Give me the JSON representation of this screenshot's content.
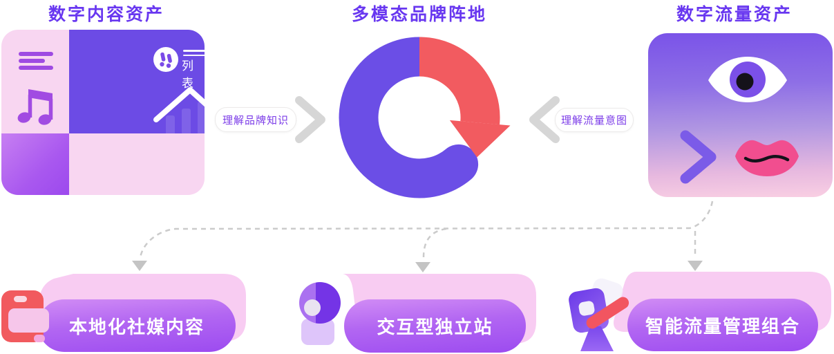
{
  "titles": {
    "left": "数字内容资产",
    "center": "多模态品牌阵地",
    "right": "数字流量资产"
  },
  "left_card": {
    "badge_label": "列表"
  },
  "connector_labels": {
    "left": "理解品牌知识",
    "right": "理解流量意图"
  },
  "outputs": [
    {
      "label": "本地化社媒内容",
      "icon": "social-content-icon"
    },
    {
      "label": "交互型独立站",
      "icon": "interactive-site-icon"
    },
    {
      "label": "智能流量管理组合",
      "icon": "traffic-megaphone-icon"
    }
  ],
  "icons": {
    "list-lines-icon": "≡",
    "music-note-icon": "♫",
    "music-badge-icon": "♪",
    "trend-arrow-icon": "↗",
    "play-icon": "▶",
    "waveform-icon": "ılıılı",
    "record-icon": "◎",
    "cycle-arrow-icon": "↻",
    "eye-icon": "◉",
    "chevron-right-icon": "❯",
    "chevron-left-icon": "❮",
    "lips-icon": "👄",
    "social-content-icon": "▣",
    "interactive-site-icon": "◐",
    "traffic-megaphone-icon": "📣"
  },
  "colors": {
    "title_purple": "#6837F0",
    "card_purple": "#6C4BE5",
    "card_pink": "#F8D6F1",
    "cycle_purple": "#6B4EE6",
    "cycle_red": "#F25B60",
    "lips_pink": "#F14E8F",
    "pill_gradient_top": "#D18CF5",
    "pill_gradient_bottom": "#9C4BF0",
    "back_shape_pink": "#F8CCF2",
    "dashed_gray": "#CBCBCB",
    "chevron_gray": "#D6D6D6"
  }
}
